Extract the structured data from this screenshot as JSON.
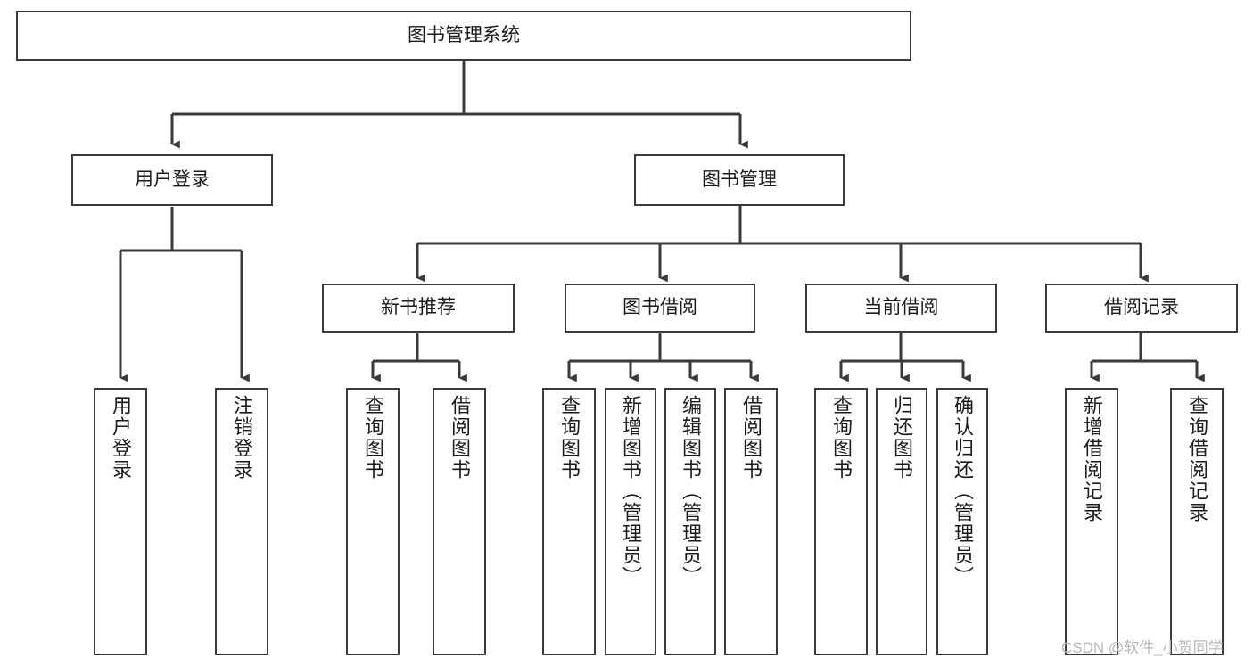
{
  "diagram": {
    "title": "图书管理系统",
    "type": "tree-hierarchy-diagram",
    "watermark": "CSDN @软件_小贺同学",
    "colors": {
      "background": "#ffffff",
      "node_border": "#3a3a3a",
      "connector": "#3a3a3a",
      "text": "#1b1b1b",
      "watermark": "#b9b9b9"
    },
    "levels": {
      "root": {
        "label": "图书管理系统"
      },
      "level2": [
        {
          "label": "用户登录"
        },
        {
          "label": "图书管理"
        }
      ],
      "level3": [
        {
          "label": "新书推荐"
        },
        {
          "label": "图书借阅"
        },
        {
          "label": "当前借阅"
        },
        {
          "label": "借阅记录"
        }
      ],
      "leaves_user_login": [
        {
          "label": "用户登录"
        },
        {
          "label": "注销登录"
        }
      ],
      "leaves_new_book": [
        {
          "label": "查询图书"
        },
        {
          "label": "借阅图书"
        }
      ],
      "leaves_borrow": [
        {
          "label": "查询图书"
        },
        {
          "label": "新增图书（管理员）"
        },
        {
          "label": "编辑图书（管理员）"
        },
        {
          "label": "借阅图书"
        }
      ],
      "leaves_current": [
        {
          "label": "查询图书"
        },
        {
          "label": "归还图书"
        },
        {
          "label": "确认归还（管理员）"
        }
      ],
      "leaves_record": [
        {
          "label": "新增借阅记录"
        },
        {
          "label": "查询借阅记录"
        }
      ]
    }
  }
}
